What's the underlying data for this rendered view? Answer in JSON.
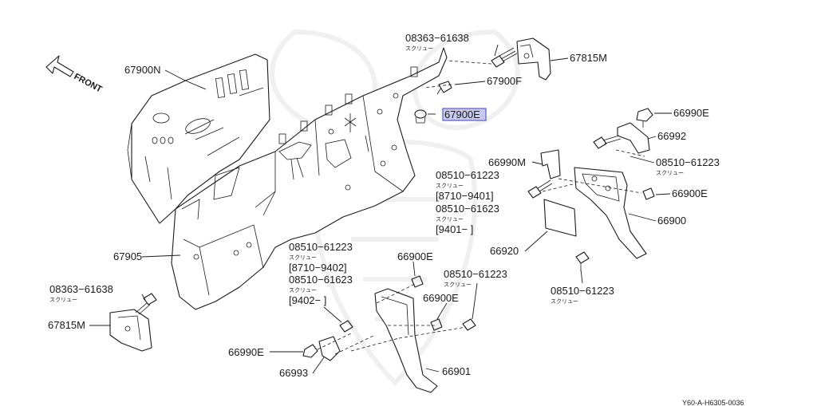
{
  "diagram": {
    "front_label": "FRONT",
    "reference_code": "Y60-A-H6305-0036",
    "highlight_color": "#c8c9ee",
    "parts": [
      {
        "key": "p67900N",
        "code": "67900N"
      },
      {
        "key": "p08363a",
        "code": "08363−61638",
        "sub": "スクリュー"
      },
      {
        "key": "p67815Ma",
        "code": "67815M"
      },
      {
        "key": "p67900F",
        "code": "67900F"
      },
      {
        "key": "p67900E",
        "code": "67900E",
        "highlighted": true
      },
      {
        "key": "p66990Ea",
        "code": "66990E"
      },
      {
        "key": "p66992",
        "code": "66992"
      },
      {
        "key": "p08510a",
        "code": "08510−61223",
        "sub": "スクリュー"
      },
      {
        "key": "p66990M",
        "code": "66990M"
      },
      {
        "key": "p08510b",
        "code": "08510−61223",
        "sub": "スクリュー",
        "range": "[8710−9401]"
      },
      {
        "key": "p08510c",
        "code": "08510−61623",
        "sub": "スクリュー",
        "range": "[9401−        ]"
      },
      {
        "key": "p66900Ea",
        "code": "66900E"
      },
      {
        "key": "p66900",
        "code": "66900"
      },
      {
        "key": "p66920",
        "code": "66920"
      },
      {
        "key": "p08510d",
        "code": "08510−61223",
        "sub": "スクリュー"
      },
      {
        "key": "p67905",
        "code": "67905"
      },
      {
        "key": "p08510e",
        "code": "08510−61223",
        "sub": "スクリュー",
        "range": "[8710−9402]"
      },
      {
        "key": "p08510f",
        "code": "08510−61623",
        "sub": "スクリュー",
        "range": "[9402−        ]"
      },
      {
        "key": "p66900Eb",
        "code": "66900E"
      },
      {
        "key": "p08510g",
        "code": "08510−61223",
        "sub": "スクリュー"
      },
      {
        "key": "p66900Ec",
        "code": "66900E"
      },
      {
        "key": "p08363b",
        "code": "08363−61638",
        "sub": "スクリュー"
      },
      {
        "key": "p67815Mb",
        "code": "67815M"
      },
      {
        "key": "p66990Eb",
        "code": "66990E"
      },
      {
        "key": "p66993",
        "code": "66993"
      },
      {
        "key": "p66901",
        "code": "66901"
      }
    ]
  }
}
